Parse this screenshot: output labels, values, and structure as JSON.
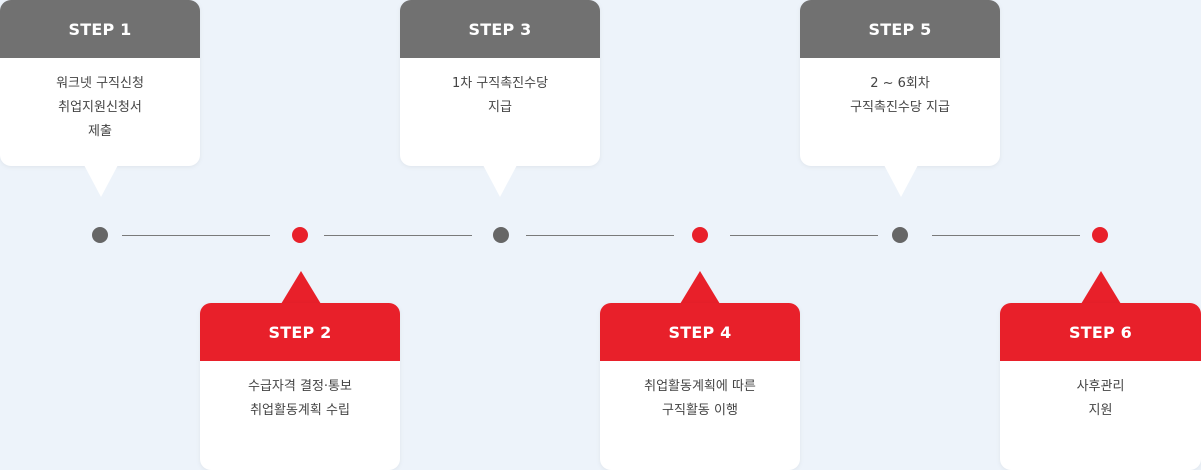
{
  "steps": [
    {
      "title": "STEP 1",
      "lines": [
        "워크넷 구직신청",
        "취업지원신청서",
        "제출"
      ],
      "color": "#717171"
    },
    {
      "title": "STEP 2",
      "lines": [
        "수급자격 결정·통보",
        "취업활동계획 수립"
      ],
      "color": "#e8202a"
    },
    {
      "title": "STEP 3",
      "lines": [
        "1차 구직촉진수당",
        "지급"
      ],
      "color": "#717171"
    },
    {
      "title": "STEP 4",
      "lines": [
        "취업활동계획에 따른",
        "구직활동 이행"
      ],
      "color": "#e8202a"
    },
    {
      "title": "STEP 5",
      "lines": [
        "2 ~ 6회차",
        "구직촉진수당 지급"
      ],
      "color": "#717171"
    },
    {
      "title": "STEP 6",
      "lines": [
        "사후관리",
        "지원"
      ],
      "color": "#e8202a"
    }
  ],
  "colors": {
    "gray": "#717171",
    "red": "#e8202a",
    "background": "#edf3fa"
  }
}
